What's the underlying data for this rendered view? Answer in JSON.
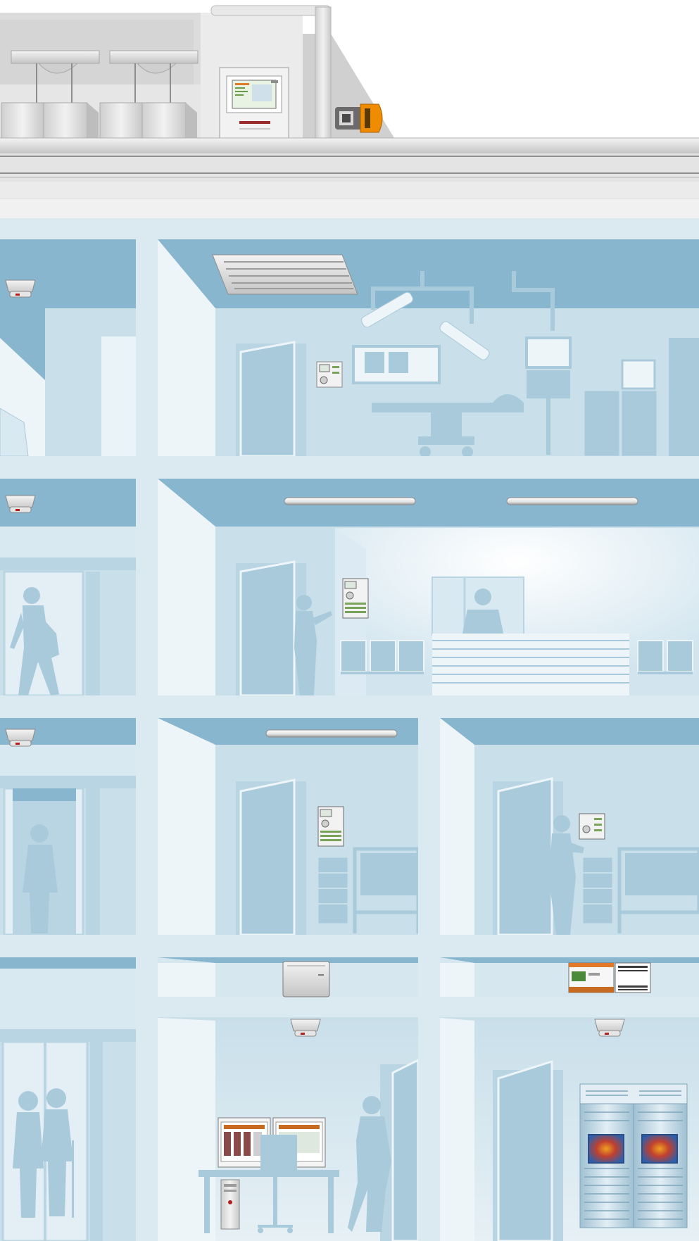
{
  "scene": {
    "title": "",
    "colors": {
      "facade": "#dbe9f1",
      "room_back": "#c9dfea",
      "ceiling": "#88b6ce",
      "side_wall": "#eef5f9",
      "silhouette": "#a9cadb",
      "roof_metal": "#d9d9d9",
      "accent_orange": "#f08c00",
      "server_screen": "#3b6fb6"
    },
    "floors": [
      {
        "id": "operating-theatre",
        "devices": [
          "room-controller",
          "ceiling-air-outlet",
          "surgical-lights",
          "smoke-detector"
        ]
      },
      {
        "id": "reception",
        "devices": [
          "room-controller",
          "fluorescent-lights",
          "smoke-detector"
        ]
      },
      {
        "id": "patient-rooms",
        "devices": [
          "room-controller",
          "room-controller",
          "fluorescent-light",
          "smoke-detector"
        ]
      },
      {
        "id": "technical-and-control",
        "devices": [
          "controller-cabinet",
          "io-modules",
          "smoke-detectors",
          "workstation",
          "server-racks"
        ]
      }
    ],
    "roof": {
      "devices": [
        "air-handling-units",
        "control-cabinet",
        "actuator"
      ]
    },
    "icons": [
      "smoke-detector-icon",
      "room-controller-icon",
      "ceiling-light-icon",
      "server-rack-icon",
      "workstation-icon",
      "actuator-icon"
    ]
  }
}
